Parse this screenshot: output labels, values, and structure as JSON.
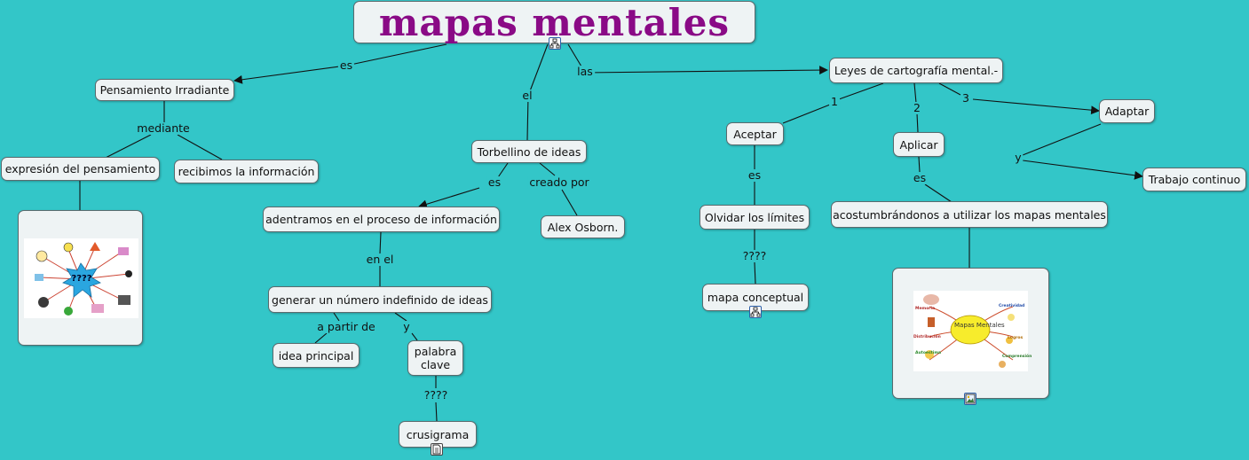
{
  "title": "mapas mentales",
  "nodes": {
    "pensamiento": "Pensamiento Irradiante",
    "expresion": "expresión del pensamiento",
    "recibimos": "recibimos la información",
    "torbellino": "Torbellino de ideas",
    "adentramos": "adentramos en el proceso de información",
    "alex": "Alex Osborn.",
    "generar": "generar un número indefinido de ideas",
    "idea_principal": "idea principal",
    "palabra_clave": "palabra clave",
    "crusigrama": "crusigrama",
    "leyes": "Leyes de cartografía mental.-",
    "aceptar": "Aceptar",
    "aplicar": "Aplicar",
    "adaptar": "Adaptar",
    "trabajo": "Trabajo continuo",
    "olvidar": "Olvidar los límites",
    "mapa_conceptual": "mapa conceptual",
    "acostumbrandonos": "acostumbrándonos a utilizar los mapas mentales"
  },
  "link_labels": {
    "es_1": "es",
    "el": "el",
    "las": "las",
    "mediante": "mediante",
    "es_2": "es",
    "creado_por": "creado por",
    "en_el": "en el",
    "a_partir_de": "a partir de",
    "y_1": "y",
    "q_1": "????",
    "n1": "1",
    "n2": "2",
    "n3": "3",
    "y_2": "y",
    "es_3": "es",
    "es_4": "es",
    "q_2": "????"
  },
  "images": {
    "left_center_text": "????",
    "right_center_text": "Mapas Mentales",
    "right_labels": [
      "Memoria",
      "Creatividad",
      "Distribución",
      "Logros",
      "Autoestima",
      "Comprensión"
    ]
  },
  "colors": {
    "background": "#33c6c8",
    "title": "#8a0a86",
    "node_fill": "#eef3f4",
    "link": "#111111"
  },
  "icons": [
    "concept-map-icon",
    "document-icon",
    "image-icon"
  ]
}
